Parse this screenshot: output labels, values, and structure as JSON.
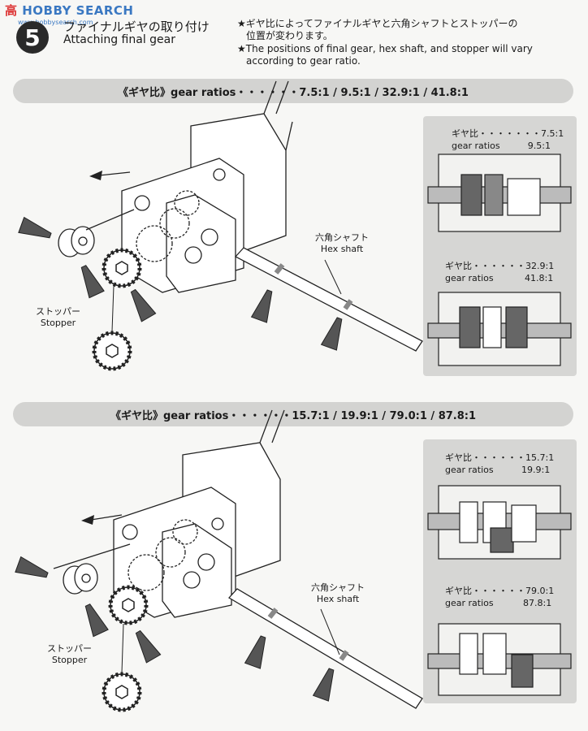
{
  "watermark": {
    "brand": "HOBBY SEARCH",
    "url": "www.hobbysearch.com"
  },
  "step": {
    "number": "5",
    "title_jp": "ファイナルギヤの取り付け",
    "title_en": "Attaching final gear",
    "notes": [
      "★ギヤ比によってファイナルギヤと六角シャフトとストッパーの",
      "位置が変わります。",
      "★The positions of final gear, hex shaft, and stopper will vary",
      "according to gear ratio."
    ]
  },
  "sections": [
    {
      "banner": "《ギヤ比》gear ratios・・・・・・7.5:1 / 9.5:1 / 32.9:1 / 41.8:1",
      "labels": {
        "hex_shaft_jp": "六角シャフト",
        "hex_shaft_en": "Hex shaft",
        "stopper_jp": "ストッパー",
        "stopper_en": "Stopper"
      },
      "insets": [
        {
          "jp": "ギヤ比・・・・・・・7.5:1",
          "en": "gear ratios",
          "r1": "7.5:1",
          "r2": "9.5:1"
        },
        {
          "jp": "ギヤ比・・・・・・32.9:1",
          "en": "gear ratios",
          "r1": "32.9:1",
          "r2": "41.8:1"
        }
      ]
    },
    {
      "banner": "《ギヤ比》gear ratios・・・・・・15.7:1 / 19.9:1 / 79.0:1 / 87.8:1",
      "labels": {
        "hex_shaft_jp": "六角シャフト",
        "hex_shaft_en": "Hex shaft",
        "stopper_jp": "ストッパー",
        "stopper_en": "Stopper"
      },
      "insets": [
        {
          "jp": "ギヤ比・・・・・・15.7:1",
          "en": "gear ratios",
          "r1": "15.7:1",
          "r2": "19.9:1"
        },
        {
          "jp": "ギヤ比・・・・・・79.0:1",
          "en": "gear ratios",
          "r1": "79.0:1",
          "r2": "87.8:1"
        }
      ]
    }
  ]
}
